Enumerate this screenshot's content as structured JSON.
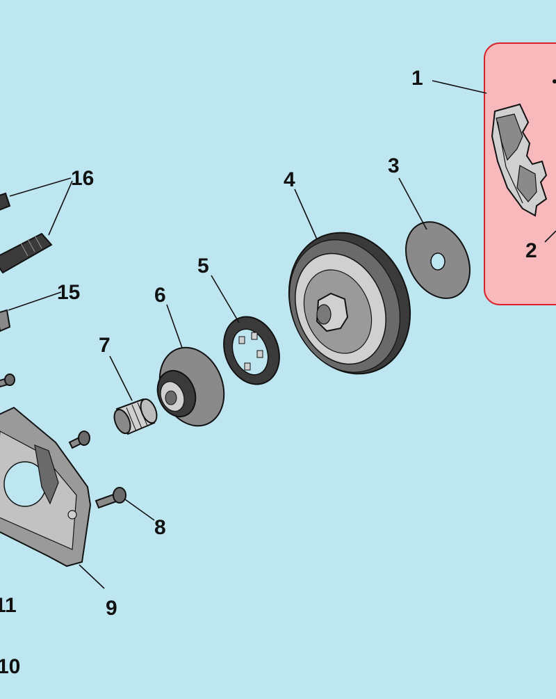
{
  "colors": {
    "background": "#bde6f0",
    "highlight_fill": "#f7b9bc",
    "highlight_border": "#d8232a",
    "part_dark": "#3a3a3a",
    "part_mid": "#8a8a8a",
    "part_light": "#d0d0d0"
  },
  "callouts": {
    "c1": "1",
    "c2": "2",
    "c3": "3",
    "c4": "4",
    "c5": "5",
    "c6": "6",
    "c7": "7",
    "c8": "8",
    "c9": "9",
    "c10": "10",
    "c11": "11",
    "c15": "15",
    "c16": "16"
  }
}
